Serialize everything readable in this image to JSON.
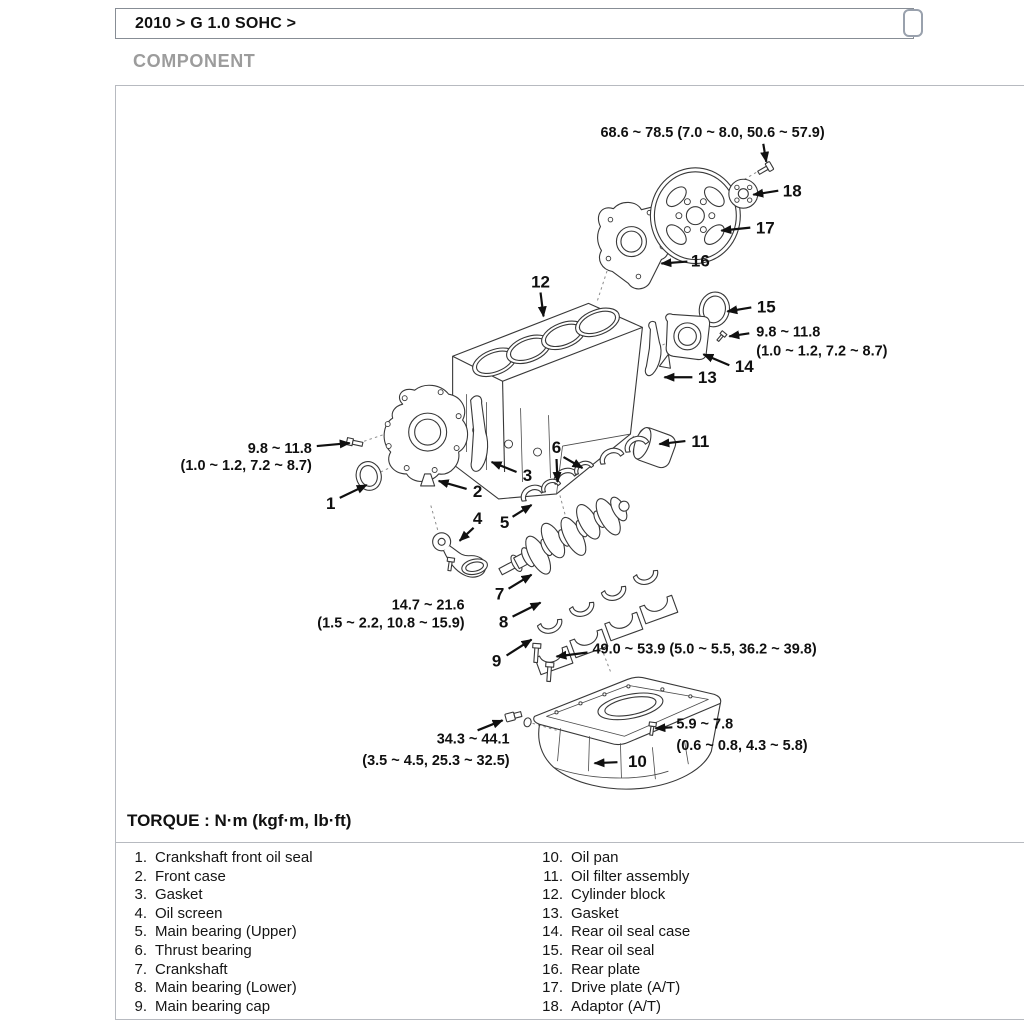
{
  "colors": {
    "title_gray": "#9c9c9c",
    "box_border": "#b7bac0",
    "line_ink": "#101010"
  },
  "breadcrumb": {
    "text": "2010 > G 1.0 SOHC >"
  },
  "section_title": "COMPONENT",
  "torque_heading": "TORQUE : N·m (kgf·m, lb·ft)",
  "diagram": {
    "torques": {
      "flywheel_bolt": {
        "value": "68.6 ~ 78.5 (7.0 ~ 8.0, 50.6 ~ 57.9)"
      },
      "rear_case_bolt": {
        "value": "9.8 ~ 11.8",
        "sub": "(1.0 ~ 1.2, 7.2 ~ 8.7)"
      },
      "front_case_bolt": {
        "value": "9.8 ~ 11.8",
        "sub": "(1.0 ~ 1.2, 7.2 ~ 8.7)"
      },
      "oil_screen_bolt": {
        "value": "14.7 ~ 21.6",
        "sub": "(1.5 ~ 2.2, 10.8 ~ 15.9)"
      },
      "main_cap_bolt": {
        "value": "49.0 ~ 53.9 (5.0 ~ 5.5, 36.2 ~ 39.8)"
      },
      "drain_plug": {
        "value": "34.3 ~ 44.1",
        "sub": "(3.5 ~ 4.5, 25.3 ~ 32.5)"
      },
      "oil_pan_bolt": {
        "value": "5.9 ~ 7.8",
        "sub": "(0.6 ~ 0.8, 4.3 ~ 5.8)"
      }
    },
    "callouts": {
      "1": "1",
      "2": "2",
      "3": "3",
      "4": "4",
      "5": "5",
      "6": "6",
      "7": "7",
      "8": "8",
      "9": "9",
      "10": "10",
      "11": "11",
      "12": "12",
      "13": "13",
      "14": "14",
      "15": "15",
      "16": "16",
      "17": "17",
      "18": "18"
    }
  },
  "parts_left": [
    {
      "num": "1.",
      "name": "Crankshaft front oil seal"
    },
    {
      "num": "2.",
      "name": "Front case"
    },
    {
      "num": "3.",
      "name": "Gasket"
    },
    {
      "num": "4.",
      "name": "Oil screen"
    },
    {
      "num": "5.",
      "name": "Main bearing (Upper)"
    },
    {
      "num": "6.",
      "name": "Thrust bearing"
    },
    {
      "num": "7.",
      "name": "Crankshaft"
    },
    {
      "num": "8.",
      "name": "Main bearing (Lower)"
    },
    {
      "num": "9.",
      "name": "Main bearing cap"
    }
  ],
  "parts_right": [
    {
      "num": "10.",
      "name": "Oil pan"
    },
    {
      "num": "11.",
      "name": "Oil filter assembly"
    },
    {
      "num": "12.",
      "name": "Cylinder block"
    },
    {
      "num": "13.",
      "name": "Gasket"
    },
    {
      "num": "14.",
      "name": "Rear oil seal case"
    },
    {
      "num": "15.",
      "name": "Rear oil seal"
    },
    {
      "num": "16.",
      "name": "Rear plate"
    },
    {
      "num": "17.",
      "name": "Drive plate (A/T)"
    },
    {
      "num": "18.",
      "name": "Adaptor (A/T)"
    }
  ]
}
